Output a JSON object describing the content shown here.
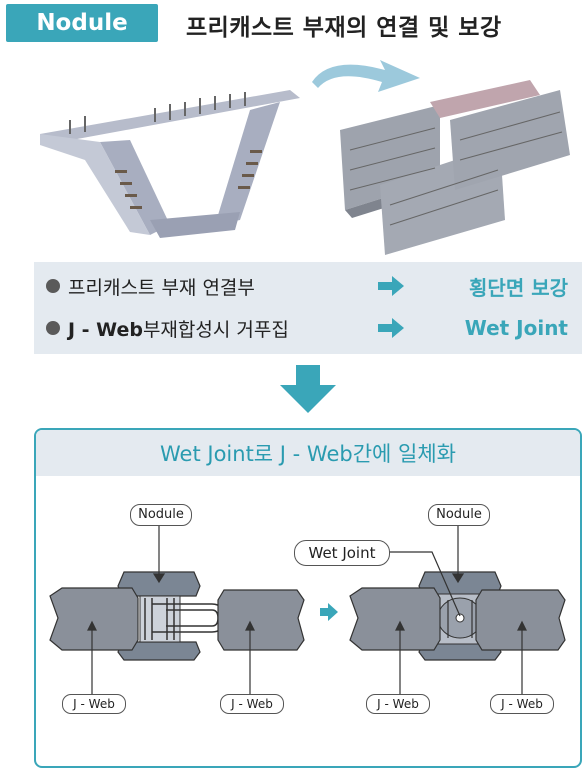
{
  "header": {
    "badge": "Nodule",
    "title": "프리캐스트 부재의 연결 및 보강"
  },
  "info_rows": [
    {
      "left_prefix": "",
      "left_bold": "",
      "left_text": "프리캐스트 부재 연결부",
      "right": "횡단면 보강"
    },
    {
      "left_prefix": "",
      "left_bold": "J - Web",
      "left_text": "부재합성시 거푸집",
      "right": "Wet Joint"
    }
  ],
  "panel": {
    "title": "Wet Joint로 J - Web간에 일체화",
    "labels": {
      "nodule_left": "Nodule",
      "nodule_right": "Nodule",
      "wet_joint": "Wet Joint",
      "jweb_1": "J - Web",
      "jweb_2": "J - Web",
      "jweb_3": "J - Web",
      "jweb_4": "J - Web"
    }
  },
  "colors": {
    "accent": "#3aa6b9",
    "panel_bg": "#e4eaf0",
    "concrete": "#8a909a",
    "nodule": "#7b8694"
  }
}
